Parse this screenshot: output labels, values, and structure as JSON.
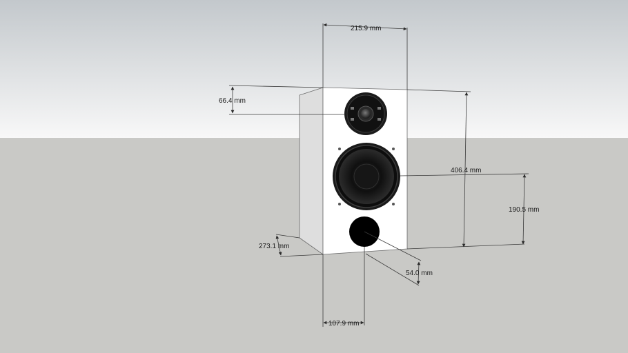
{
  "dimensions": {
    "top_width": "215.9 mm",
    "tweeter_diameter": "66.4 mm",
    "height": "406.4 mm",
    "woofer_center_height": "190.5 mm",
    "depth": "273.1 mm",
    "port_center_height": "54.0 mm",
    "port_center_offset": "107.9 mm"
  },
  "colors": {
    "sky_top": "#c3c8cc",
    "sky_bottom": "#f7f7f7",
    "ground": "#c9c9c6",
    "cabinet_front": "#ffffff",
    "cabinet_side": "#dcdcdc",
    "driver": "#141414",
    "dimension_line": "#3a3a3a"
  }
}
